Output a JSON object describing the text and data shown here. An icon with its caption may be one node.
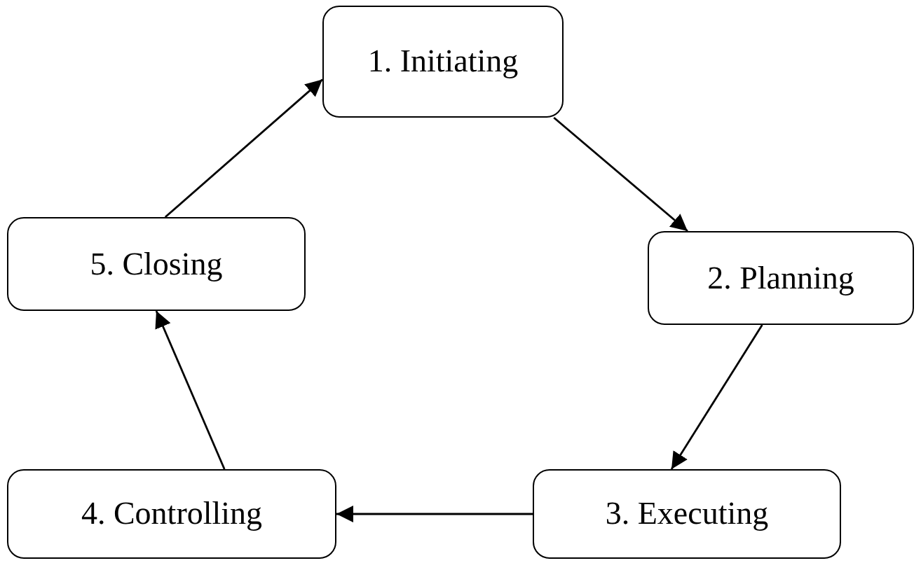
{
  "diagram": {
    "nodes": [
      {
        "text": [
          "1. Initiating"
        ]
      },
      {
        "text": [
          "2. Planning"
        ]
      },
      {
        "text": [
          "3. Executing"
        ]
      },
      {
        "text": [
          "4. Controlling"
        ]
      },
      {
        "text": [
          "5. Closing"
        ]
      }
    ],
    "edges": [
      {
        "from": 0,
        "to": 1,
        "arrow": "to"
      },
      {
        "from": 1,
        "to": 2,
        "arrow": "to"
      },
      {
        "from": 2,
        "to": 3,
        "arrow": "to"
      },
      {
        "from": 3,
        "to": 4,
        "arrow": "to"
      },
      {
        "from": 4,
        "to": 0,
        "arrow": "to"
      }
    ]
  }
}
